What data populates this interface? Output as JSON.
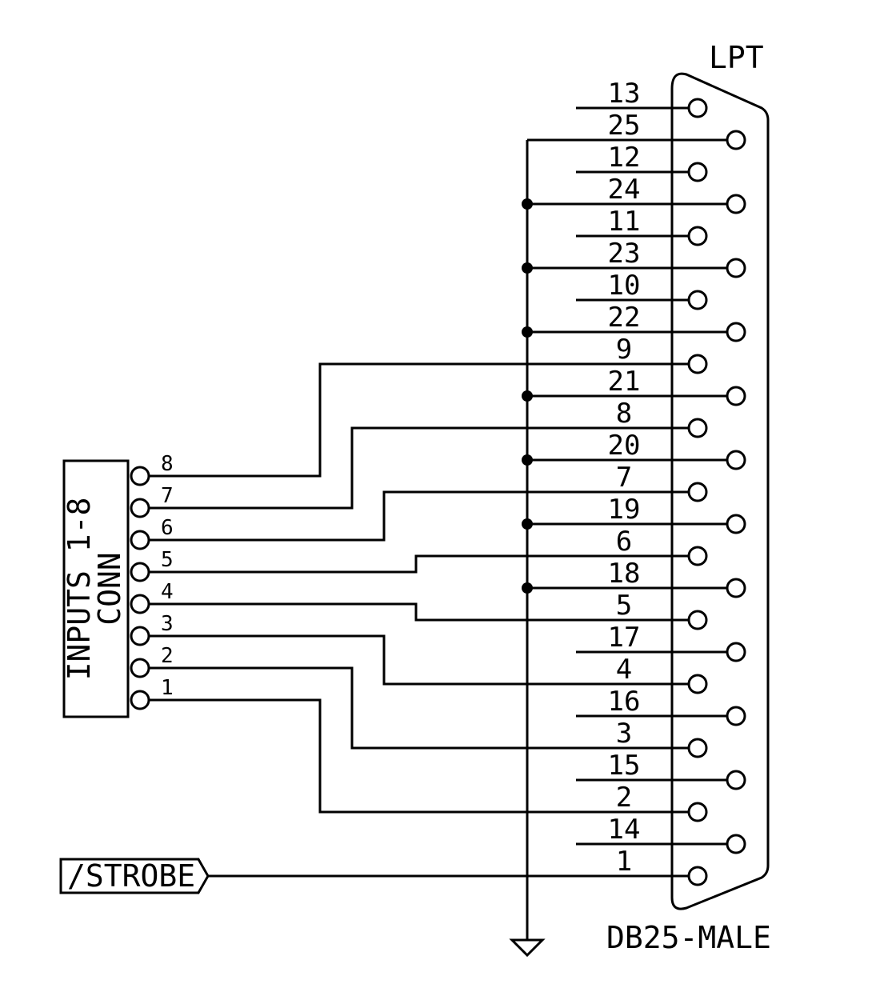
{
  "lpt": {
    "title": "LPT",
    "part": "DB25-MALE",
    "pins": [
      "1",
      "2",
      "3",
      "4",
      "5",
      "6",
      "7",
      "8",
      "9",
      "10",
      "11",
      "12",
      "13",
      "14",
      "15",
      "16",
      "17",
      "18",
      "19",
      "20",
      "21",
      "22",
      "23",
      "24",
      "25"
    ]
  },
  "inputs_conn": {
    "label_line1": "INPUTS 1-8",
    "label_line2": "CONN",
    "pins": [
      "1",
      "2",
      "3",
      "4",
      "5",
      "6",
      "7",
      "8"
    ]
  },
  "strobe": {
    "label": "/STROBE"
  }
}
